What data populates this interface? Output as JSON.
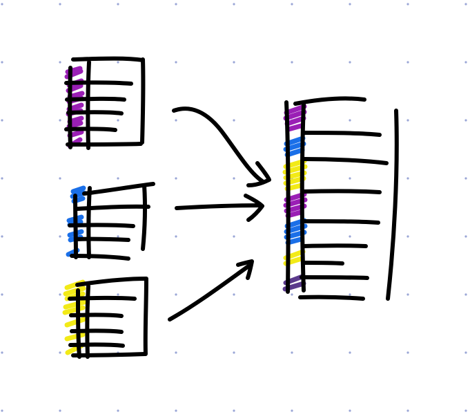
{
  "canvas": {
    "background": "#ffffff",
    "dot_grid_color": "#9aa6d6"
  },
  "colors": {
    "ink": "#000000",
    "purple": "#9a1fb5",
    "blue": "#1a6fe8",
    "yellow": "#f2ea17",
    "dark_purple": "#5b3a8c"
  },
  "figures": {
    "source_tables": [
      {
        "name": "source-table-purple",
        "marker_color": "purple"
      },
      {
        "name": "source-table-blue",
        "marker_color": "blue"
      },
      {
        "name": "source-table-yellow",
        "marker_color": "yellow"
      }
    ],
    "arrows": [
      {
        "name": "arrow-purple-to-merged"
      },
      {
        "name": "arrow-blue-to-merged"
      },
      {
        "name": "arrow-yellow-to-merged"
      }
    ],
    "merged_table": {
      "name": "merged-table",
      "marker_colors": [
        "purple",
        "blue",
        "yellow",
        "purple",
        "blue",
        "yellow",
        "dark_purple"
      ]
    }
  }
}
